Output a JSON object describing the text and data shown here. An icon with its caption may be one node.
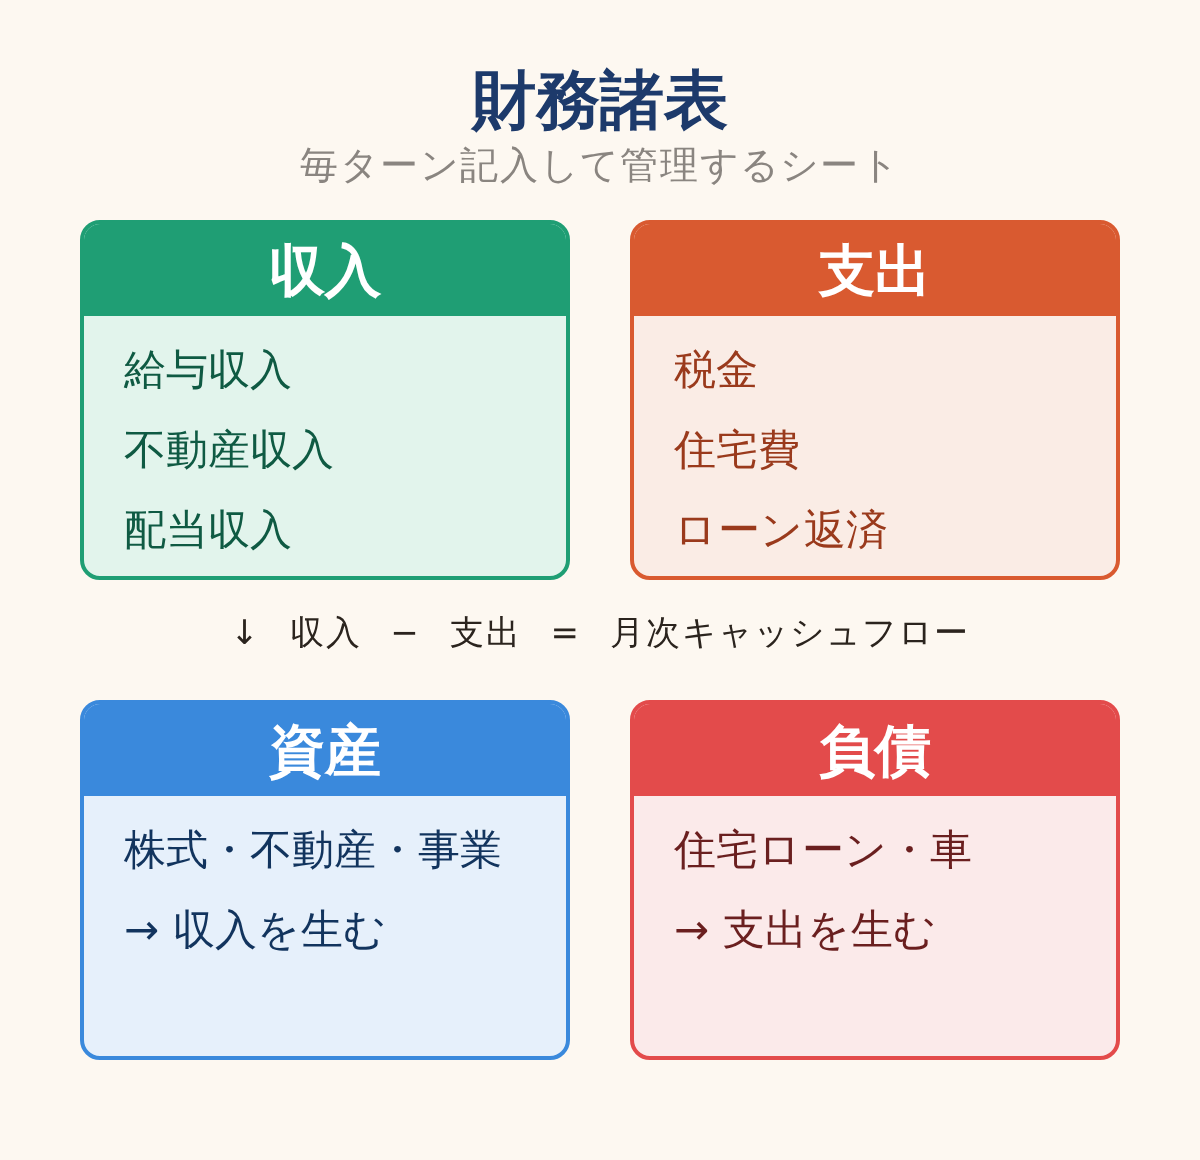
{
  "diagram": {
    "title": "財務諸表",
    "nodes": [
      {
        "text": [
          "収入",
          "給与収入",
          "不動産収入",
          "配当収入"
        ]
      },
      {
        "text": [
          "支出",
          "税金",
          "住宅費",
          "ローン返済"
        ]
      },
      {
        "text": [
          "資産",
          "株式・不動産・事業",
          "→ 収入を生む"
        ]
      },
      {
        "text": [
          "負債",
          "住宅ローン・車",
          "→ 支出を生む"
        ]
      }
    ],
    "labels": [
      "毎ターン記入して管理するシート",
      "↓ 収入 − 支出 = 月次キャッシュフロー"
    ]
  }
}
